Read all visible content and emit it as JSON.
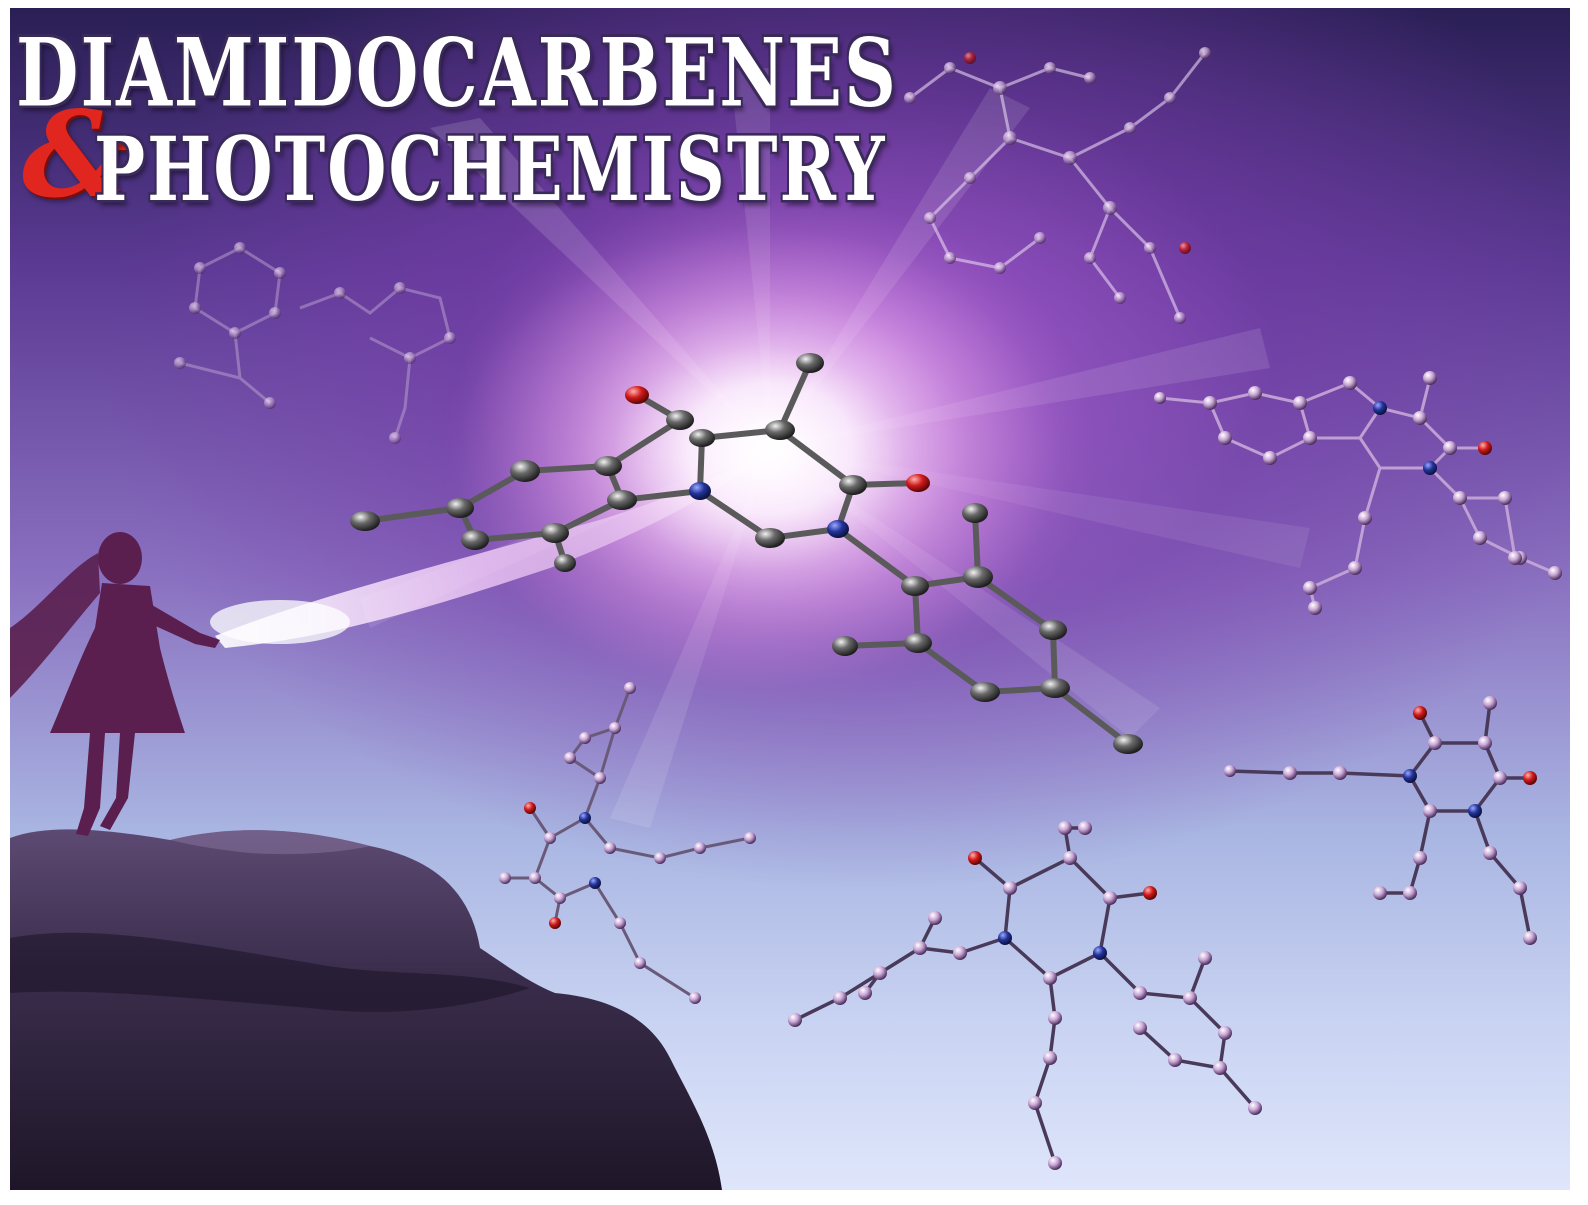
{
  "title": {
    "line1": "DIAMIDOCARBENES",
    "ampersand": "&",
    "line2": "PHOTOCHEMISTRY"
  },
  "colors": {
    "title_text": "#ffffff",
    "ampersand": "#e0261f",
    "atom_carbon": "#3c3c3c",
    "atom_nitrogen": "#1f2f8a",
    "atom_oxygen": "#c4161c",
    "faded_atom": "#d9bde3",
    "cliff": "#3b2f4a",
    "silhouette": "#5a1f4e"
  },
  "scene": {
    "elements": [
      "silhouette-figure",
      "cliff-rock",
      "light-burst",
      "energy-beam",
      "molecule-central",
      "molecule-background"
    ]
  }
}
